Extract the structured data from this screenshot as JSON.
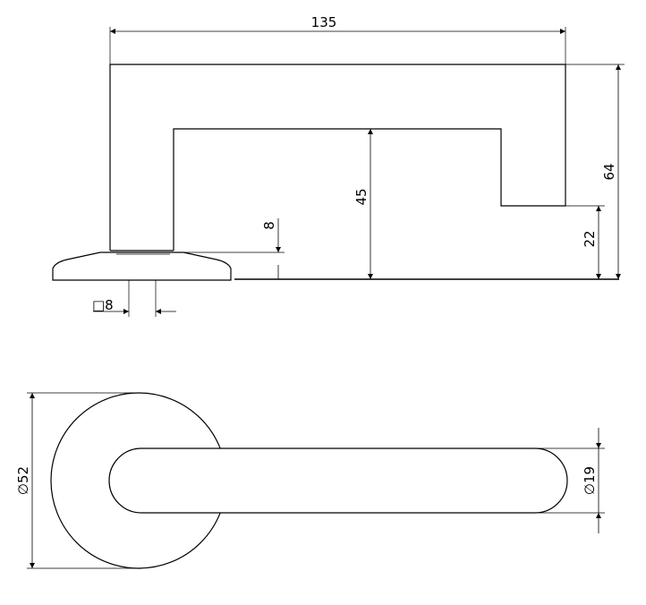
{
  "diagram": {
    "top_view": {
      "width": "135",
      "height": "64",
      "inner_height": "45",
      "lever_end_height": "22",
      "rose_thickness": "8",
      "spindle": "□8"
    },
    "front_view": {
      "rose_diameter": "∅52",
      "lever_diameter": "∅19"
    }
  }
}
